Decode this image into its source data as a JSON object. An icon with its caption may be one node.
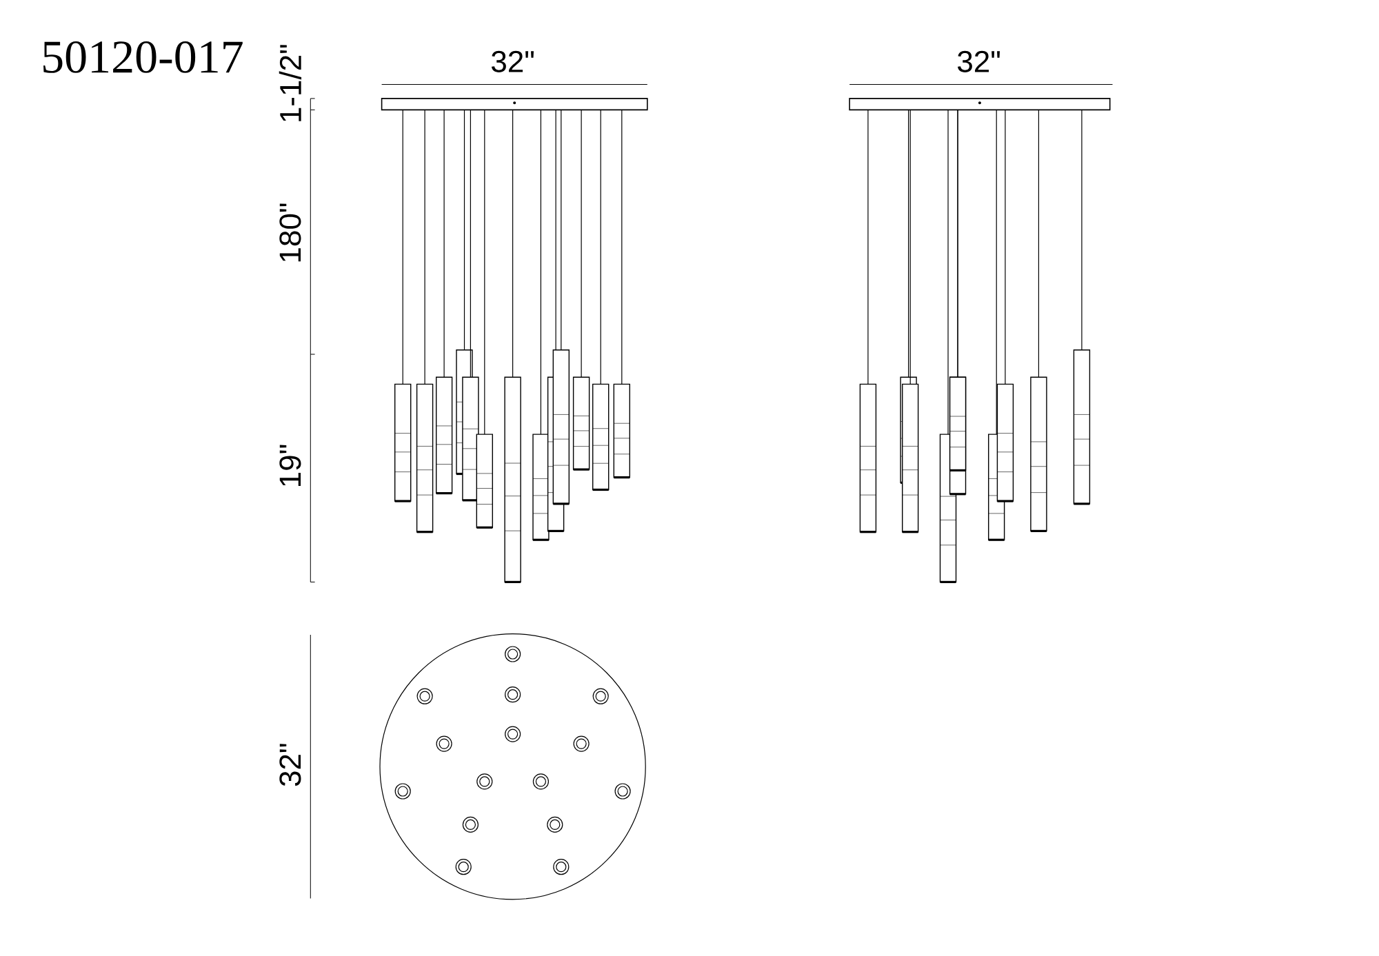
{
  "diagram": {
    "title": "50120-017",
    "labels": [
      "32\"",
      "32\"",
      "1-1/2\"",
      "180\"",
      "19\"",
      "32\""
    ]
  }
}
